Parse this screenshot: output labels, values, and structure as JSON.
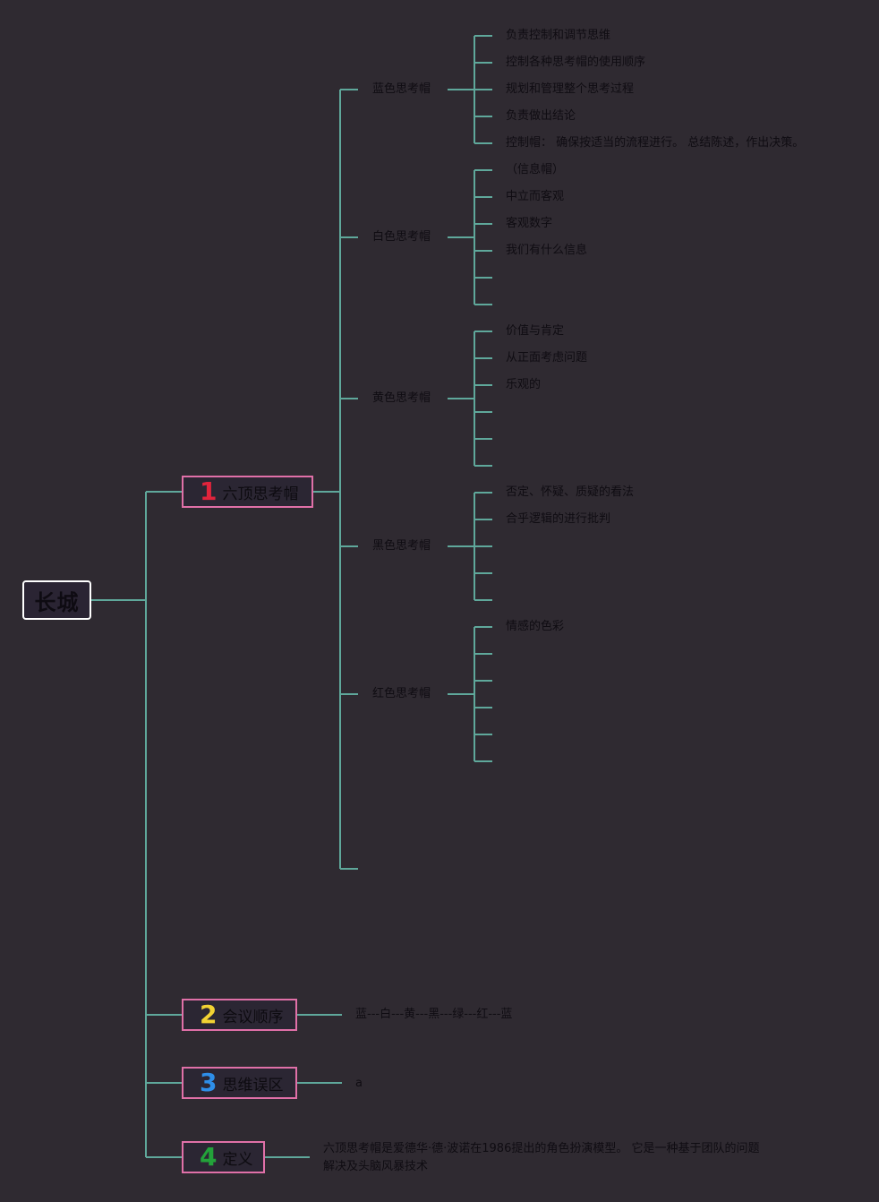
{
  "root": {
    "label": "长城"
  },
  "branches": [
    {
      "num": "1",
      "label": "六顶思考帽",
      "num_color": "#e0243c"
    },
    {
      "num": "2",
      "label": "会议顺序",
      "num_color": "#f2d233"
    },
    {
      "num": "3",
      "label": "思维误区",
      "num_color": "#2e8ee8"
    },
    {
      "num": "4",
      "label": "定义",
      "num_color": "#23a23a"
    }
  ],
  "hats": [
    {
      "label": "蓝色思考帽",
      "items": [
        "负责控制和调节思维",
        "控制各种思考帽的使用顺序",
        "规划和管理整个思考过程",
        "负责做出结论",
        "控制帽： 确保按适当的流程进行。 总结陈述，作出决策。"
      ]
    },
    {
      "label": "白色思考帽",
      "items": [
        "（信息帽）",
        "中立而客观",
        "客观数字",
        "我们有什么信息",
        "",
        ""
      ]
    },
    {
      "label": "黄色思考帽",
      "items": [
        "价值与肯定",
        "从正面考虑问题",
        "乐观的",
        "",
        "",
        ""
      ]
    },
    {
      "label": "黑色思考帽",
      "items": [
        "否定、怀疑、质疑的看法",
        "合乎逻辑的进行批判",
        "",
        "",
        ""
      ]
    },
    {
      "label": "红色思考帽",
      "items": [
        "情感的色彩",
        "",
        "",
        "",
        "",
        ""
      ]
    }
  ],
  "notes": {
    "order": "蓝---白---黄---黑---绿---红---蓝",
    "mistake": "a",
    "definition": "六顶思考帽是爱德华·德·波诺在1986提出的角色扮演模型。 它是一种基于团队的问题解决及头脑风暴技术"
  },
  "colors": {
    "background": "#2f2a31",
    "connector": "#5fa89b",
    "branch_border": "#e070a8"
  }
}
